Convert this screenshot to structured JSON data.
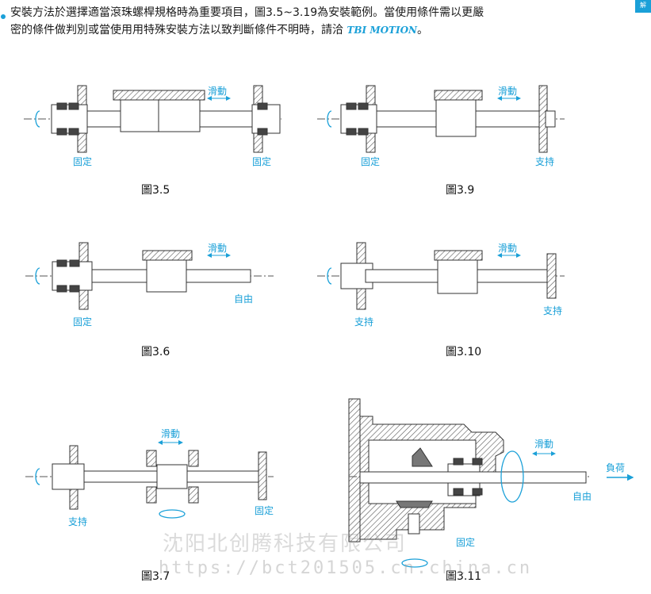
{
  "colors": {
    "accent": "#1aa0d8",
    "line": "#333333",
    "hatch": "#555555"
  },
  "intro": {
    "line1": "安裝方法於選擇適當滾珠螺桿規格時為重要項目，圖3.5~3.19為安裝範例。當使用條件需以更嚴",
    "line2_pre": "密的條件做判別或當使用用特殊安裝方法以致判斷條件不明時，請洽 ",
    "brand": "TBI MOTION",
    "line2_post": "。"
  },
  "corner_tab": "解",
  "labels": {
    "fixed": "固定",
    "support": "支持",
    "free": "自由",
    "slide": "滑動",
    "load": "負荷"
  },
  "figures": {
    "f35": "圖3.5",
    "f36": "圖3.6",
    "f37": "圖3.7",
    "f39": "圖3.9",
    "f310": "圖3.10",
    "f311": "圖3.11"
  },
  "watermark": {
    "cn": "沈阳北创腾科技有限公司",
    "url": "https://bct201505.cn.china.cn"
  }
}
